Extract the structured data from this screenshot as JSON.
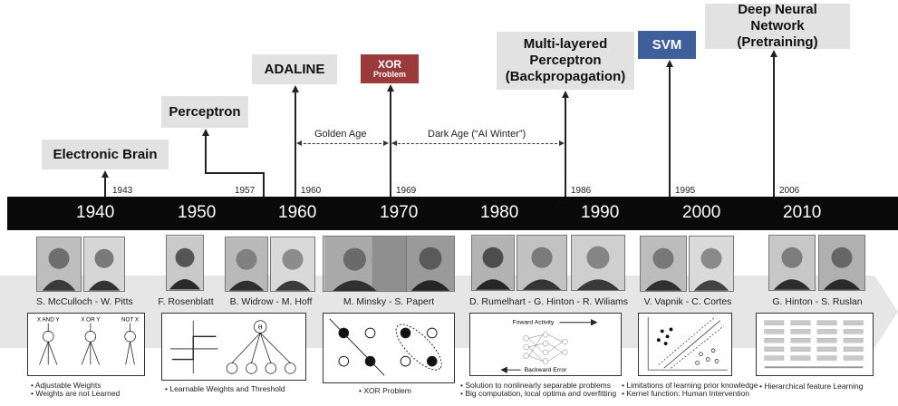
{
  "milestones": {
    "electronic_brain": "Electronic Brain",
    "perceptron": "Perceptron",
    "adaline": "ADALINE",
    "xor_title": "XOR",
    "xor_sub": "Problem",
    "mlp": "Multi-layered Perceptron (Backpropagation)",
    "svm": "SVM",
    "dnn": "Deep Neural Network (Pretraining)"
  },
  "event_years": [
    "1943",
    "1957",
    "1960",
    "1969",
    "1986",
    "1995",
    "2006"
  ],
  "eras": {
    "golden": "Golden Age",
    "dark": "Dark Age (“AI Winter”)"
  },
  "decades": [
    "1940",
    "1950",
    "1960",
    "1970",
    "1980",
    "1990",
    "2000",
    "2010"
  ],
  "people": [
    "S. McCulloch - W. Pitts",
    "F. Rosenblatt",
    "B. Widrow - M. Hoff",
    "M. Minsky - S. Papert",
    "D. Rumelhart - G. Hinton - R. Wiliams",
    "V. Vapnik - C. Cortes",
    "G. Hinton - S. Ruslan"
  ],
  "illustrations": {
    "mp_labels": [
      "X AND Y",
      "X OR Y",
      "NOT X"
    ],
    "backprop_forward": "Foward Activity",
    "backprop_backward": "Backward Error"
  },
  "notes": {
    "mp": [
      "Adjustable Weights",
      "Weights are not Learned"
    ],
    "rosenblatt": [
      "Learnable Weights  and Threshold"
    ],
    "xor": [
      "XOR Problem"
    ],
    "backprop": [
      "Solution to nonlinearly separable problems",
      "Big computation, local optima and overfitting"
    ],
    "svm": [
      "Limitations of learning prior knowledge",
      "Kernel function: Human Intervention"
    ],
    "dnn": [
      "Hierarchical feature Learning"
    ]
  },
  "colors": {
    "timeline_bar": "#0a0a0a",
    "milestone_box": "#e2e2e2",
    "svm_box": "#3f5e9c",
    "xor_box": "#9b3a3a",
    "background_arrow": "#e6e6e6"
  }
}
